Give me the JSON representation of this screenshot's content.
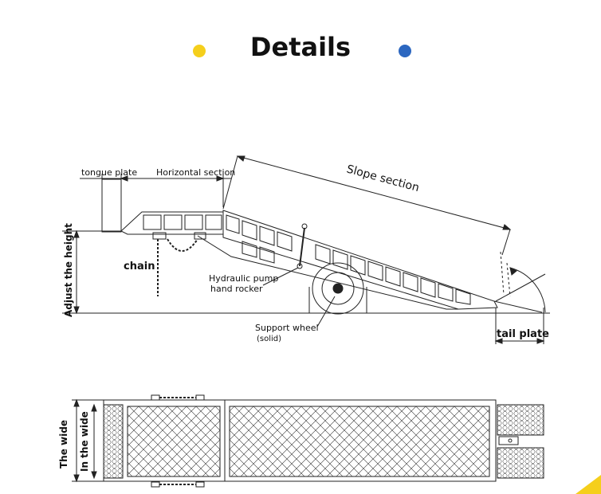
{
  "header": {
    "title": "Details",
    "dot_left_color": "#f5cf1c",
    "dot_right_color": "#2c67c0"
  },
  "side_view": {
    "labels": {
      "tongue_plate": "tongue plate",
      "horizontal_section": "Horizontal section",
      "slope_section": "Slope section",
      "adjust_height": "Adjust the height",
      "chain": "chain",
      "hydraulic_pump_line1": "Hydraulic pump",
      "hydraulic_pump_line2": "hand rocker",
      "support_wheel_line1": "Support wheel",
      "support_wheel_line2": "(solid)",
      "tail_plate": "tail plate"
    }
  },
  "top_view": {
    "labels": {
      "the_wide": "The wide",
      "in_the_wide": "In the wide"
    }
  },
  "corner_accent_color": "#f5cf1c"
}
